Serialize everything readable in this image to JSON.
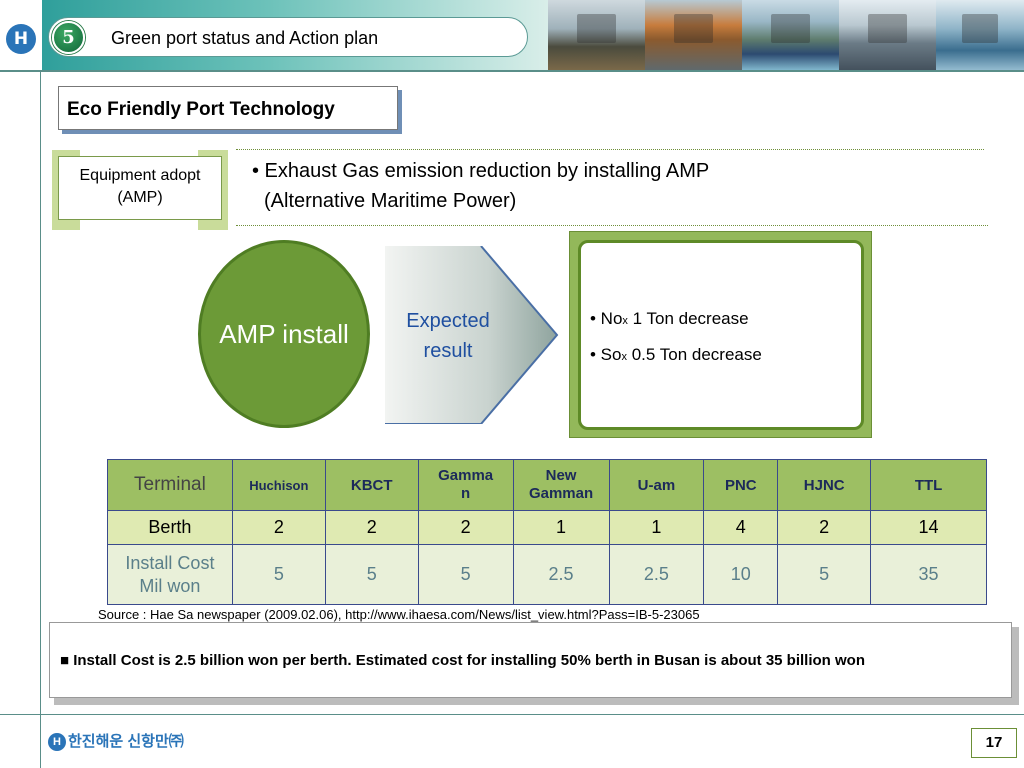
{
  "header": {
    "logo_letter": "H",
    "section_number": "5",
    "section_title": "Green port status and Action plan"
  },
  "subtitle": "Eco Friendly Port Technology",
  "equipment": {
    "line1": "Equipment adopt",
    "line2": "(AMP)"
  },
  "exhaust": {
    "line1": "• Exhaust Gas emission reduction by installing AMP",
    "line2": "(Alternative Maritime Power)"
  },
  "diagram": {
    "circle_label": "AMP install",
    "arrow_line1": "Expected",
    "arrow_line2": "result",
    "results": [
      {
        "prefix": "• No",
        "sub": "x",
        "rest": " 1 Ton decrease"
      },
      {
        "prefix": "• So",
        "sub": "x",
        "rest": " 0.5 Ton decrease"
      }
    ]
  },
  "table": {
    "header_label": "Terminal",
    "columns": [
      "Huchison",
      "KBCT",
      "Gamma\nn",
      "New Gamman",
      "U-am",
      "PNC",
      "HJNC",
      "TTL"
    ],
    "rows": [
      {
        "label": "Berth",
        "values": [
          "2",
          "2",
          "2",
          "1",
          "1",
          "4",
          "2",
          "14"
        ]
      },
      {
        "label_line1": "Install Cost",
        "label_line2": "Mil won",
        "values": [
          "5",
          "5",
          "5",
          "2.5",
          "2.5",
          "10",
          "5",
          "35"
        ]
      }
    ]
  },
  "source": "Source : Hae Sa newspaper (2009.02.06), http://www.ihaesa.com/News/list_view.html?Pass=IB-5-23065",
  "note": "■ Install Cost is 2.5 billion won per berth. Estimated cost for installing 50% berth in Busan is about 35 billion won",
  "footer": {
    "company": "한진해운 신항만㈜",
    "page_number": "17"
  }
}
